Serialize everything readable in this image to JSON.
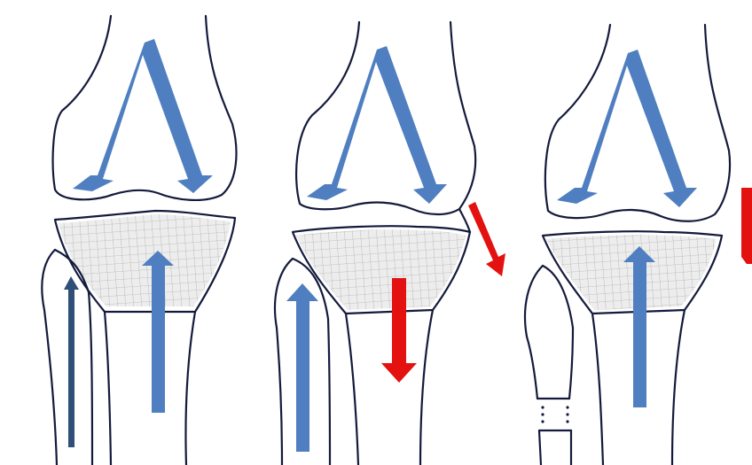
{
  "colors": {
    "load_arrow": "#4f7fc0",
    "fibula_arrow": "#2f4f78",
    "reduced_load_arrow": "#e3110f",
    "bone_outline": "#141a3c",
    "subchondral_mesh": "#ededed"
  },
  "panels": [
    {
      "name": "panel-left",
      "femoral_arrows": "inverted-v",
      "tibial_arrow": "up",
      "fibular_arrow": "up",
      "red_arrows": 0
    },
    {
      "name": "panel-middle",
      "femoral_arrows": "inverted-v",
      "tibial_arrow": "down",
      "fibular_arrow": "up",
      "red_arrows": 2
    },
    {
      "name": "panel-right",
      "femoral_arrows": "inverted-v",
      "tibial_arrow": "up",
      "fibular_arrow": "none",
      "fibula_osteotomy": true,
      "red_arrows": 1
    }
  ]
}
